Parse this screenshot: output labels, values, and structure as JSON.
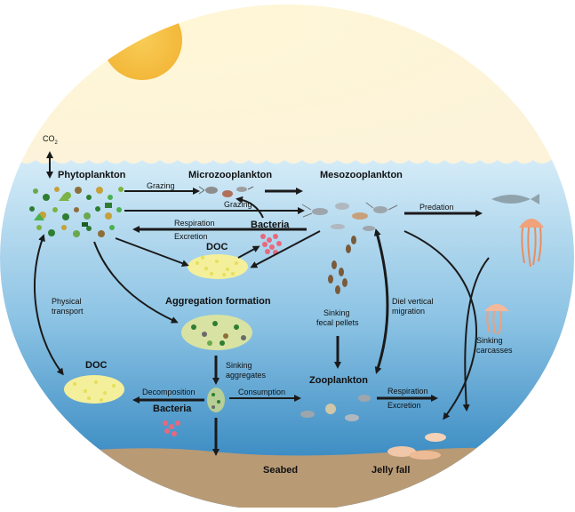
{
  "labels": {
    "co2": "CO",
    "co2_sub": "2",
    "phytoplankton": "Phytoplankton",
    "microzooplankton": "Microzooplankton",
    "mesozooplankton": "Mesozooplankton",
    "grazing_top": "Grazing",
    "grazing_mid": "Grazing",
    "bacteria_top": "Bacteria",
    "respiration_top": "Respiration",
    "excretion_top": "Excretion",
    "doc_top": "DOC",
    "predation": "Predation",
    "physical_transport_1": "Physical",
    "physical_transport_2": "transport",
    "aggregation_formation": "Aggregation formation",
    "sinking_fecal_1": "Sinking",
    "sinking_fecal_2": "fecal pellets",
    "diel_1": "Diel vertical",
    "diel_2": "migration",
    "sinking_carcasses_1": "Sinking",
    "sinking_carcasses_2": "carcasses",
    "doc_bottom": "DOC",
    "sinking_aggregates_1": "Sinking",
    "sinking_aggregates_2": "aggregates",
    "zooplankton": "Zooplankton",
    "decomposition": "Decomposition",
    "consumption": "Consumption",
    "bacteria_bottom": "Bacteria",
    "respiration_bottom": "Respiration",
    "excretion_bottom": "Excretion",
    "seabed": "Seabed",
    "jelly_fall": "Jelly fall"
  },
  "colors": {
    "sky": "#fdf6d8",
    "sun": "#f6c64a",
    "water_top": "#cfe7f5",
    "water_bottom": "#1d79b8",
    "seabed": "#b89a75",
    "arrow": "#1a1a1a",
    "doc": "#e9e36a",
    "bacteria": "#e7687f",
    "phyto_green": "#3f8f3a",
    "jelly": "#f0a27a"
  },
  "icons": [
    "sun-icon",
    "phytoplankton-cluster-icon",
    "copepod-icon",
    "fish-icon",
    "jellyfish-icon",
    "aggregate-icon",
    "fecal-pellet-icon",
    "bacteria-icon",
    "doc-particles-icon"
  ]
}
